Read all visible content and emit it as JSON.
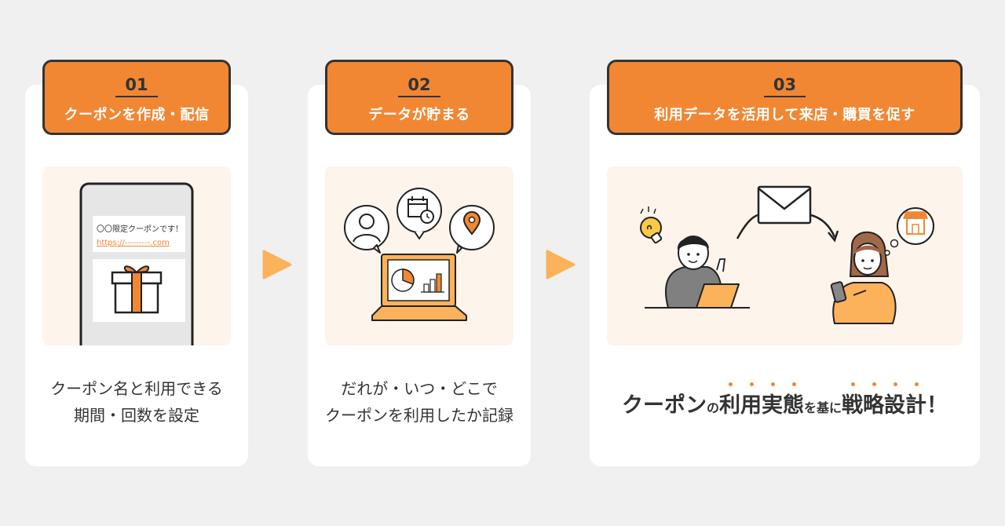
{
  "steps": [
    {
      "number": "01",
      "title": "クーポンを作成・配信",
      "description_lines": [
        "クーポン名と利用できる",
        "期間・回数を設定"
      ],
      "phone_message": "〇〇限定クーポンです！",
      "phone_link": "https://---------.com"
    },
    {
      "number": "02",
      "title": "データが貯まる",
      "description_lines": [
        "だれが・いつ・どこで",
        "クーポンを利用したか記録"
      ]
    },
    {
      "number": "03",
      "title": "利用データを活用して来店・購買を促す",
      "headline": {
        "part1": "クーポン",
        "part2": "の",
        "part3_emphasis": [
          "利",
          "用",
          "実",
          "態"
        ],
        "part4": "を基に",
        "part5_emphasis": [
          "戦",
          "略",
          "設",
          "計"
        ],
        "part6": "！"
      }
    }
  ],
  "icons": [
    "gift-icon",
    "person-icon",
    "calendar-clock-icon",
    "location-pin-icon",
    "laptop-chart-icon",
    "lightbulb-icon",
    "envelope-icon",
    "store-icon"
  ],
  "colors": {
    "accent": "#f28733",
    "arrow": "#fbb25a",
    "panel": "#fdf4ec",
    "dark": "#333333"
  }
}
